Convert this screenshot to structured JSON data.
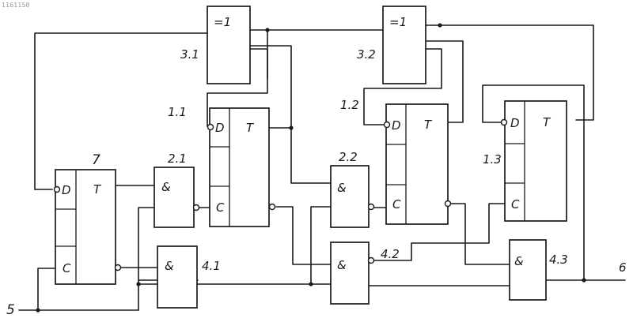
{
  "diagram": {
    "corner_mark": "1161158",
    "symbols": {
      "xor": "=1",
      "and": "&",
      "d": "D",
      "t": "T",
      "c": "C"
    },
    "labels": {
      "ff7": "7",
      "ff11": "1.1",
      "ff12": "1.2",
      "ff13": "1.3",
      "and21": "2.1",
      "and22": "2.2",
      "xor31": "3.1",
      "xor32": "3.2",
      "and41": "4.1",
      "and42": "4.2",
      "and43": "4.3",
      "input": "5",
      "output": "6"
    }
  }
}
